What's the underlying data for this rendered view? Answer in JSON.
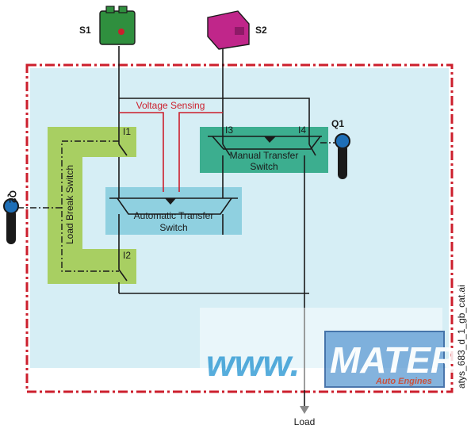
{
  "sources": {
    "s1": {
      "label": "S1",
      "icon": "generator-source-icon",
      "color": "#2f8f3e"
    },
    "s2": {
      "label": "S2",
      "icon": "generator-source-icon",
      "color": "#c0268a"
    }
  },
  "voltage_sensing": "Voltage Sensing",
  "manual_switch": {
    "title_line1": "Manual Transfer",
    "title_line2": "Switch",
    "in_left": "I3",
    "in_right": "I4",
    "handle": "Q1"
  },
  "automatic_switch": {
    "title_line1": "Automatic Transfer",
    "title_line2": "Switch"
  },
  "load_break_switch": {
    "title": "Load Break Switch",
    "in_top": "I1",
    "in_bottom": "I2",
    "handle": "Q2"
  },
  "load_label": "Load",
  "side_caption": "atys_683_d_1_gb_cat.ai",
  "watermark": {
    "left": "www.",
    "right": "MATER",
    "tag": "Auto Engines"
  },
  "colors": {
    "frame": "#cc1f2d",
    "panel": "#d6eef5",
    "manual_box": "#3cae8f",
    "auto_box": "#8fd0e0",
    "lbs_box": "#a8cf62",
    "wiring": "#1a1a1a",
    "sensing_wire": "#cc1f2d"
  }
}
